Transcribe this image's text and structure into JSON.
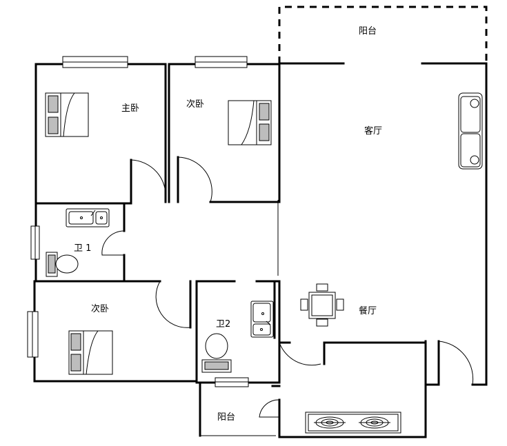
{
  "labels": {
    "balcony_top": "阳台",
    "master_bedroom": "主卧",
    "second_bedroom_top": "次卧",
    "living_room": "客厅",
    "bathroom_1": "卫 1",
    "second_bedroom_bottom": "次卧",
    "bathroom_2": "卫2",
    "dining_room": "餐厅",
    "balcony_bottom": "阳台"
  },
  "colors": {
    "wall": "#000000",
    "furniture_fill": "#ffffff",
    "furniture_shade": "#bdbdbd"
  }
}
